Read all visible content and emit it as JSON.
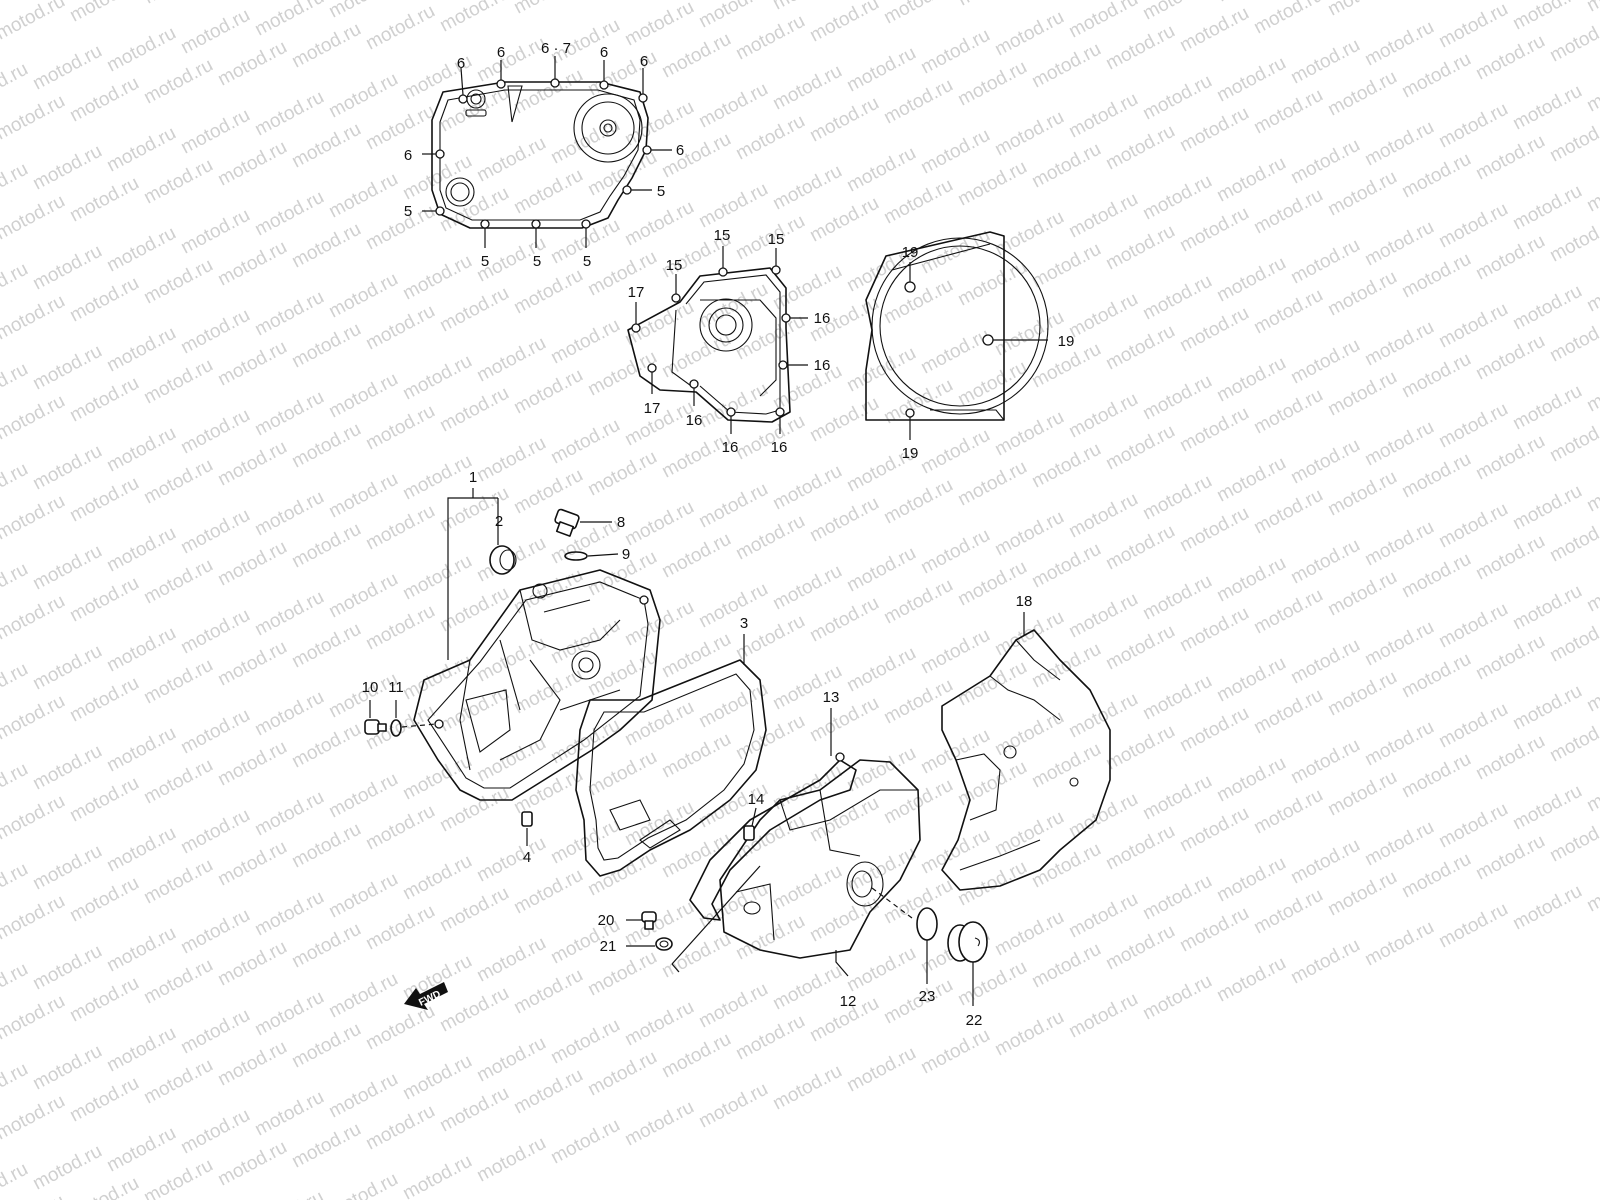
{
  "watermark": {
    "text": "motod.ru"
  },
  "fwd_label": "FWD",
  "callouts": {
    "c1": "1",
    "c2": "2",
    "c3": "3",
    "c4": "4",
    "c5a": "5",
    "c5b": "5",
    "c5c": "5",
    "c5d": "5",
    "c5e": "5",
    "c6a": "6",
    "c6b": "6",
    "c67": "6 · 7",
    "c6c": "6",
    "c6d": "6",
    "c6e": "6",
    "c6f": "6",
    "c8": "8",
    "c9": "9",
    "c10": "10",
    "c11": "11",
    "c12": "12",
    "c13": "13",
    "c14": "14",
    "c15a": "15",
    "c15b": "15",
    "c15c": "15",
    "c16a": "16",
    "c16b": "16",
    "c16c": "16",
    "c16d": "16",
    "c16e": "16",
    "c17a": "17",
    "c17b": "17",
    "c18": "18",
    "c19a": "19",
    "c19b": "19",
    "c19c": "19",
    "c20": "20",
    "c21": "21",
    "c22": "22",
    "c23": "23"
  }
}
